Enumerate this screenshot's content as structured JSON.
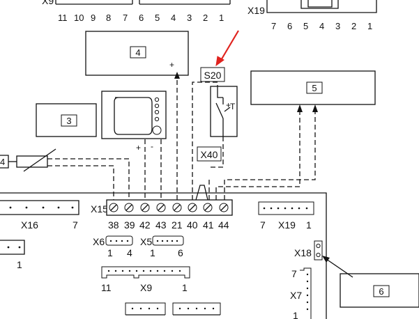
{
  "top": {
    "x9_label": "X9",
    "x9_pins": [
      "11",
      "10",
      "9",
      "8",
      "7",
      "6",
      "5",
      "4",
      "3",
      "2",
      "1"
    ],
    "x19_label": "X19",
    "x19_pins": [
      "7",
      "6",
      "5",
      "4",
      "3",
      "2",
      "1"
    ]
  },
  "boxes": {
    "b4": "4",
    "b5": "5",
    "b3": "3",
    "b6": "6",
    "left4": "4"
  },
  "switch": {
    "label": "S20",
    "temp_symbol": "T",
    "plus": "+"
  },
  "x40_label": "X40",
  "polarity": {
    "plus_top": "+",
    "plus": "+",
    "minus": "-"
  },
  "x15": {
    "label": "X15",
    "pins": [
      "38",
      "39",
      "42",
      "43",
      "21",
      "40",
      "41",
      "44"
    ]
  },
  "x16": {
    "label": "X16",
    "pin": "7"
  },
  "left_pin": "1",
  "x19b": {
    "pin_left": "7",
    "label": "X19",
    "pin_right": "1"
  },
  "x6": {
    "label": "X6",
    "pins": [
      "1",
      "4"
    ]
  },
  "x5": {
    "label": "X5",
    "pins": [
      "1",
      "6"
    ]
  },
  "x9b": {
    "pin_left": "11",
    "label": "X9",
    "pin_right": "1"
  },
  "x18_label": "X18",
  "x7": {
    "pin_top": "7",
    "label": "X7",
    "pin_bottom": "1"
  },
  "accent_color": "#e0231e"
}
